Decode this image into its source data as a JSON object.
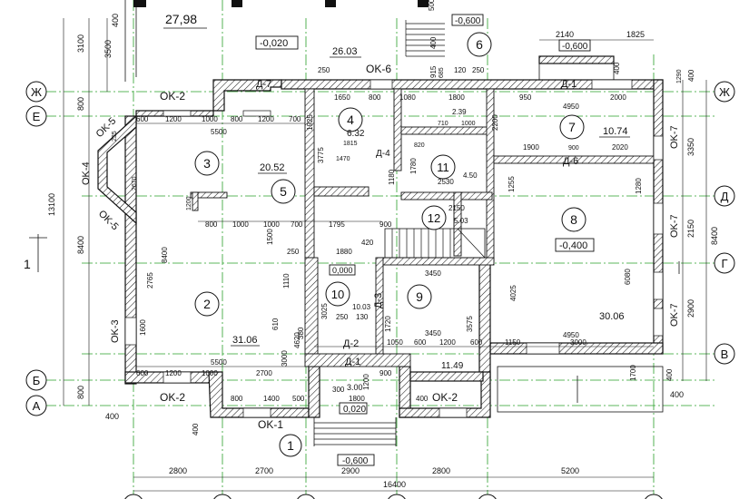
{
  "axes": {
    "rows": [
      {
        "id": "row-zh",
        "label": "Ж"
      },
      {
        "id": "row-e",
        "label": "Е"
      },
      {
        "id": "row-d",
        "label": "Д"
      },
      {
        "id": "row-g",
        "label": "Г"
      },
      {
        "id": "row-v",
        "label": "В"
      },
      {
        "id": "row-b",
        "label": "Б"
      },
      {
        "id": "row-a",
        "label": "А"
      }
    ],
    "section_mark": "1"
  },
  "rooms": [
    {
      "num": "1"
    },
    {
      "num": "2",
      "area": "31.06"
    },
    {
      "num": "3"
    },
    {
      "num": "4",
      "area": "6.32"
    },
    {
      "num": "5",
      "area": "20.52"
    },
    {
      "num": "6",
      "area": "2.39"
    },
    {
      "num": "7",
      "area": "10.74"
    },
    {
      "num": "8",
      "area": "30.06"
    },
    {
      "num": "9",
      "area": "11.49"
    },
    {
      "num": "10",
      "area": "10.03"
    },
    {
      "num": "11",
      "area": "4.50"
    },
    {
      "num": "12",
      "area": "5.03"
    }
  ],
  "extra_areas": {
    "top": "27,98",
    "porch": "3.00",
    "stair_top": "26.03"
  },
  "elevations": {
    "top_left": "-0,020",
    "top_right": "-0,600",
    "right_upper": "-0,600",
    "room8": "-0,400",
    "room10": "0,000",
    "porch": "0,020",
    "bottom": "-0,600"
  },
  "openings": {
    "ok2_top": "OK-2",
    "ok6": "OK-6",
    "ok5_top": "OK-5",
    "ok4": "OK-4",
    "ok5_bottom": "OK-5",
    "ok3": "OK-3",
    "ok2_bl": "OK-2",
    "ok2_br": "OK-2",
    "ok1": "OK-1",
    "ok7_a": "OK-7",
    "ok7_b": "OK-7",
    "ok7_c": "OK-7",
    "d7": "Д-7",
    "d1_top": "Д-1",
    "d1_bottom": "Д-1",
    "d2": "Д-2",
    "d3": "Д-3",
    "d4": "Д-4",
    "d6": "Д-6"
  },
  "dims": {
    "overall": "16400",
    "bottom_chain": [
      "2800",
      "2700",
      "2900",
      "2800",
      "5200"
    ],
    "left_overall": "13100",
    "left_chain": [
      "3100",
      "3500",
      "800",
      "8400",
      "800"
    ],
    "right_chain": [
      "3350",
      "8400",
      "2150",
      "2900",
      "400"
    ],
    "top_right": [
      "2140",
      "1825"
    ],
    "top_walls": [
      "250",
      "1650",
      "800",
      "1080",
      "1800",
      "950",
      "4950",
      "2000",
      "120",
      "250",
      "685"
    ],
    "row_e_chain": [
      "600",
      "1200",
      "1000",
      "800",
      "1200",
      "700",
      "710",
      "1000"
    ],
    "row_e_sub": [
      "5500",
      "1815",
      "1470",
      "820",
      "1900",
      "2020",
      "900"
    ],
    "mid_chain": [
      "800",
      "1000",
      "1000",
      "700",
      "1795",
      "900",
      "250",
      "1880",
      "420",
      "2150",
      "3450"
    ],
    "lower_chain": [
      "1050",
      "600",
      "1200",
      "600",
      "1150",
      "3000",
      "3450",
      "4950"
    ],
    "row_b_chain": [
      "600",
      "1200",
      "1000",
      "2700",
      "5500",
      "900"
    ],
    "porch_chain": [
      "800",
      "1400",
      "500",
      "300",
      "1800",
      "400"
    ],
    "verticals": [
      "3775",
      "2765",
      "8400",
      "1600",
      "2530",
      "1780",
      "1180",
      "4025",
      "6080",
      "1280",
      "1255",
      "3025",
      "3575",
      "1720",
      "4620",
      "3000",
      "380",
      "610",
      "1110",
      "1500",
      "2670",
      "235",
      "500",
      "400",
      "915",
      "1200",
      "1290",
      "2200",
      "1925"
    ],
    "misc": [
      "250",
      "130",
      "1200",
      "400",
      "1700"
    ]
  }
}
